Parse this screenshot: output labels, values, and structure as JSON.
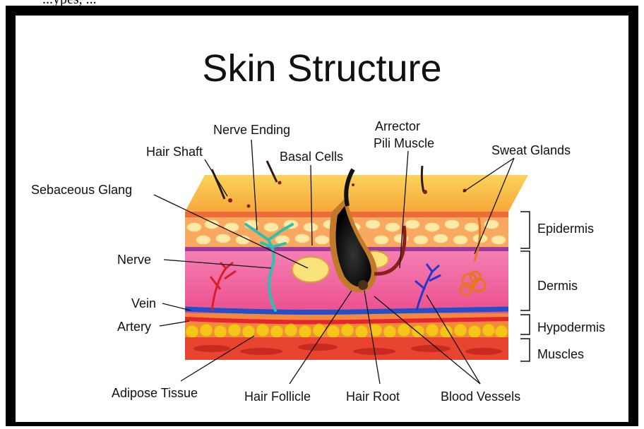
{
  "header_text": "...ypes, ...",
  "diagram": {
    "title": "Skin Structure",
    "labels": {
      "hair_shaft": "Hair Shaft",
      "nerve_ending": "Nerve Ending",
      "basal_cells": "Basal Cells",
      "arrector": "Arrector",
      "pili_muscle": "Pili Muscle",
      "sweat_glands": "Sweat Glands",
      "sebaceous_glang": "Sebaceous Glang",
      "nerve": "Nerve",
      "vein": "Vein",
      "artery": "Artery",
      "adipose_tissue": "Adipose Tissue",
      "hair_follicle": "Hair Follicle",
      "hair_root": "Hair Root",
      "blood_vessels": "Blood Vessels"
    },
    "layers": {
      "epidermis": "Epidermis",
      "dermis": "Dermis",
      "hypodermis": "Hypodermis",
      "muscles": "Muscles"
    }
  },
  "colors": {
    "frame": "#000000",
    "surface": "#f7c34a",
    "epidermis": "#f9a860",
    "dermis": "#f06aa3",
    "vein": "#2250c8",
    "artery": "#e3262d",
    "fat": "#f5c518",
    "muscle": "#e8442f"
  }
}
